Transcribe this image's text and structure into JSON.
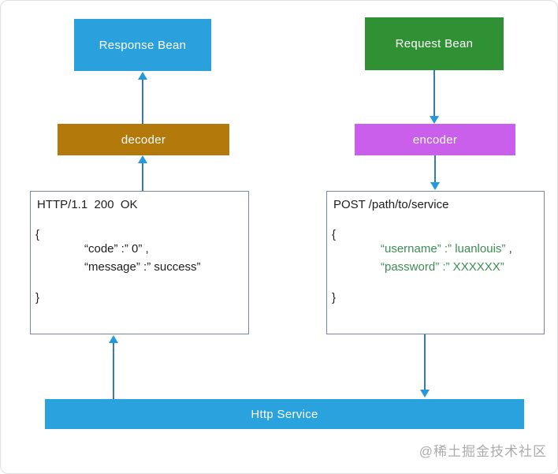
{
  "nodes": {
    "response_bean": "Response Bean",
    "request_bean": "Request Bean",
    "decoder": "decoder",
    "encoder": "encoder",
    "http_service": "Http Service"
  },
  "response_message": {
    "status_line": "HTTP/1.1  200  OK",
    "open_brace": "{",
    "line_code": "“code” :” 0” ,",
    "line_message": "“message” :” success”",
    "close_brace": "}"
  },
  "request_message": {
    "request_line": "POST /path/to/service",
    "open_brace": "{",
    "line_username": "“username” :” luanlouis”",
    "line_username_comma": " ,",
    "line_password": "“password” :” XXXXXX”",
    "close_brace": "}"
  },
  "watermark": "@稀土掘金技术社区",
  "colors": {
    "bean_blue": "#2AA1DD",
    "bean_green": "#2F9133",
    "decoder_gold": "#B4790B",
    "encoder_purple": "#C95FEA",
    "service_blue": "#29A2DD",
    "arrow_line_blue": "#3679B1",
    "arrow_head_blue": "#2499DB",
    "request_body_green": "#3E8C55",
    "codebox_border": "#74889F",
    "watermark_gray": "#ABABAB"
  }
}
